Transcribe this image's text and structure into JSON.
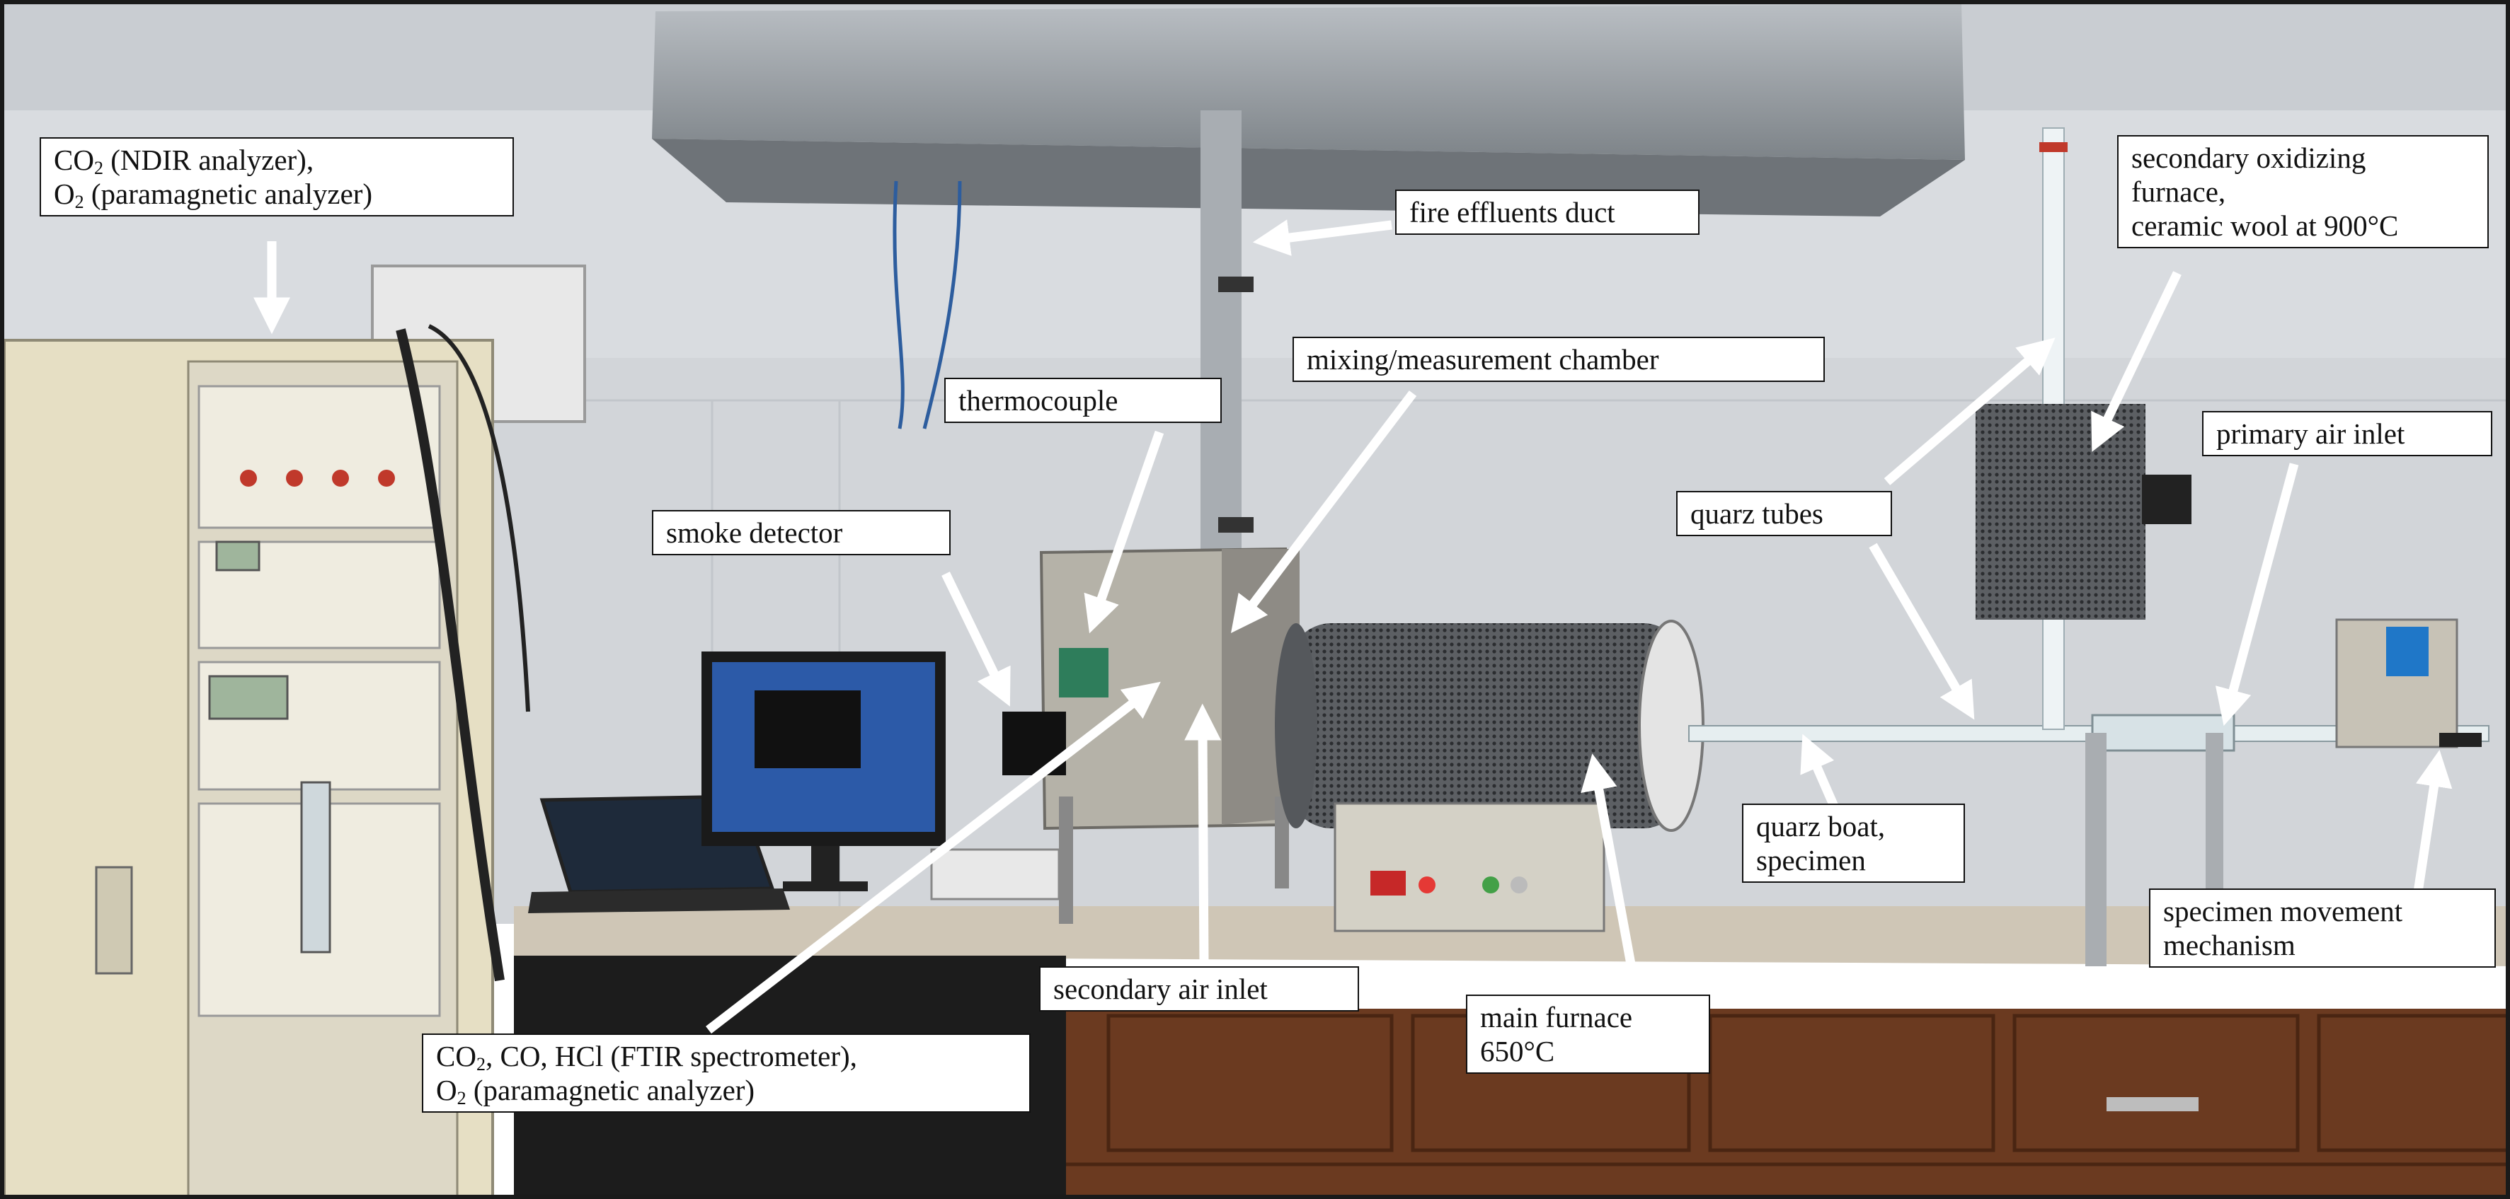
{
  "labels": {
    "co2_o2_analyzers": {
      "line1": {
        "pre": "CO",
        "sub": "2",
        "post": " (NDIR analyzer),"
      },
      "line2": {
        "pre": "O",
        "sub": "2",
        "post": " (paramagnetic analyzer)"
      }
    },
    "fire_effluents_duct": "fire effluents duct",
    "secondary_oxidizing_furnace": {
      "line1": "secondary oxidizing",
      "line2": "furnace,",
      "line3": "ceramic wool at 900°C"
    },
    "thermocouple": "thermocouple",
    "mixing_measurement_chamber": "mixing/measurement chamber",
    "primary_air_inlet": "primary air inlet",
    "smoke_detector": "smoke detector",
    "quarz_tubes": "quarz tubes",
    "quarz_boat": {
      "line1": "quarz boat,",
      "line2": "specimen"
    },
    "specimen_movement": {
      "line1": "specimen movement",
      "line2": "mechanism"
    },
    "secondary_air_inlet": "secondary air inlet",
    "main_furnace": {
      "line1": "main furnace",
      "line2": "650°C"
    },
    "ftir_gases": {
      "line1": {
        "pre": "CO",
        "sub": "2",
        "post": ", CO, HCl (FTIR spectrometer),"
      },
      "line2": {
        "pre": "O",
        "sub": "2",
        "post": " (paramagnetic analyzer)"
      }
    }
  },
  "colors": {
    "wall": "#d9dce0",
    "cabinet_wood": "#6b3a20",
    "countertop": "#cfc6b6",
    "steel": "#9aa0a6",
    "arrow": "#ffffff",
    "label_border": "#111111"
  }
}
